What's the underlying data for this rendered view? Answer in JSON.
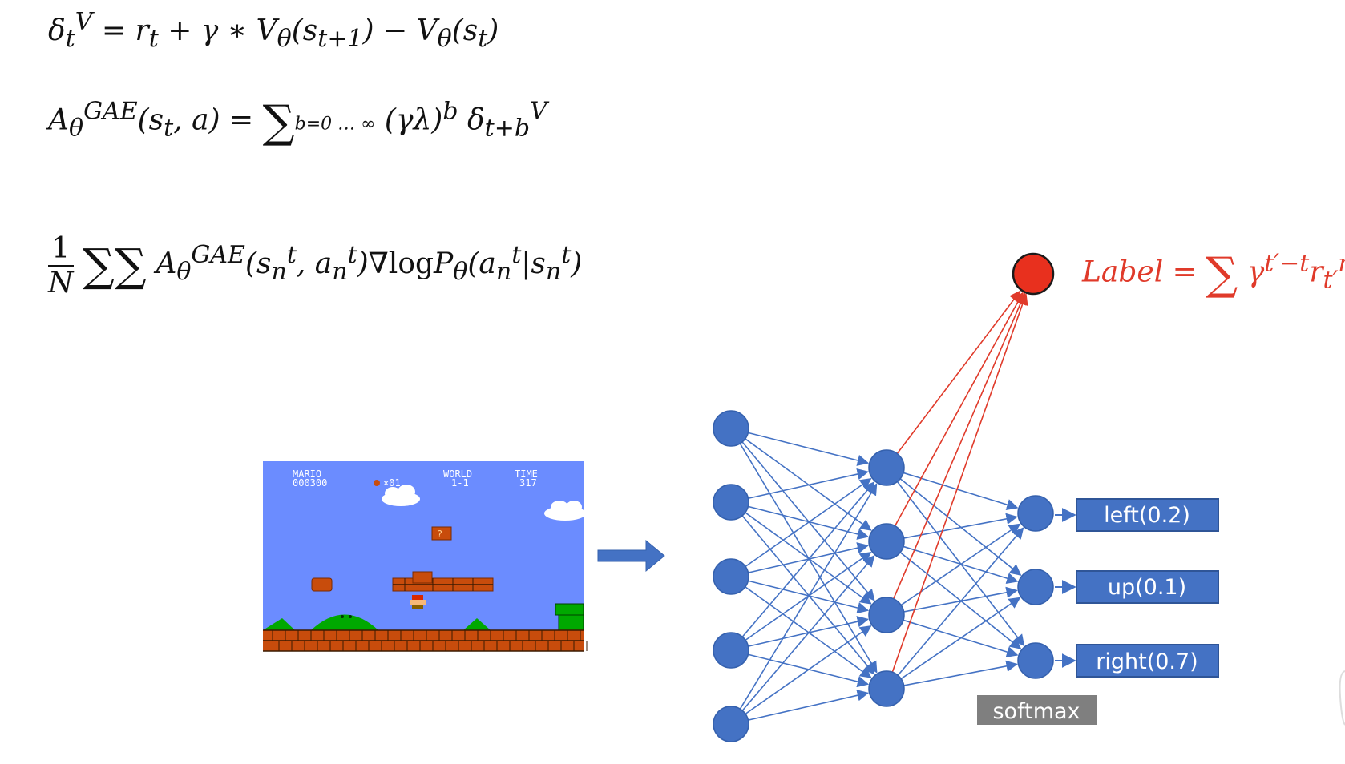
{
  "formulas": {
    "td_error": "δ_t^V = r_t + γ * V_θ(s_{t+1}) − V_θ(s_t)",
    "gae": "A_θ^{GAE}(s_t, a) = Σ_{b=0}^{∞} (γλ)^b δ_{t+b}^V",
    "policy_gradient": "(1/N) Σ_{n=1}^{N} Σ_{t=1}^{T_n} A_θ^{GAE}(s_n^t, a_n^t) ∇logP_θ(a_n^t | s_n^t)"
  },
  "label_formula": "Label = Σ_{t'=t}^{T_n} γ^{t'−t} r_{t'}^n",
  "game_screen": {
    "hud": {
      "player": "MARIO",
      "score": "000300",
      "coins": "×01",
      "world_label": "WORLD",
      "world": "1-1",
      "time_label": "TIME",
      "time": "317"
    }
  },
  "outputs": [
    {
      "label": "left(0.2)"
    },
    {
      "label": "up(0.1)"
    },
    {
      "label": "right(0.7)"
    }
  ],
  "softmax_label": "softmax",
  "colors": {
    "node": "#4472C4",
    "edge": "#4472C4",
    "value_node": "#E8301E",
    "value_edge": "#E03A2A",
    "label_text": "#E03A2A",
    "output_box": "#4472C4",
    "softmax_box": "#7F7F7F",
    "sky": "#6B8CFF"
  }
}
